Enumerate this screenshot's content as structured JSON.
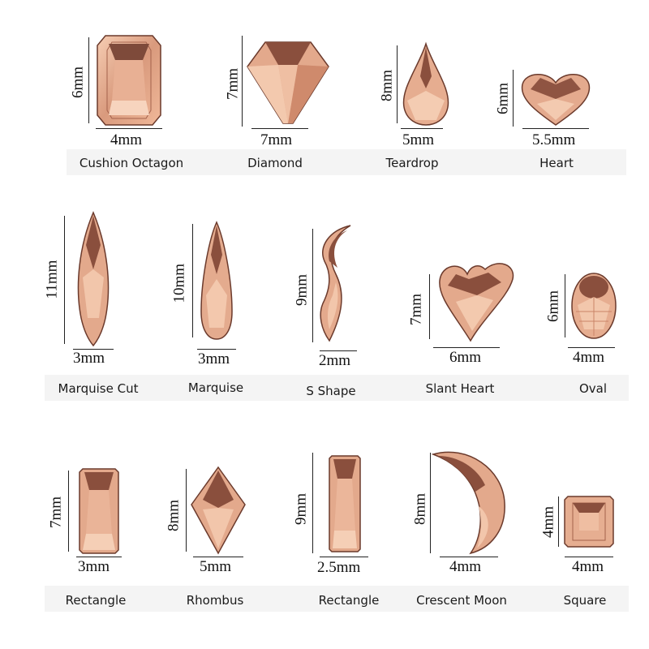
{
  "gems": [
    {
      "name": "Cushion Octagon",
      "height": "6mm",
      "width": "4mm"
    },
    {
      "name": "Diamond",
      "height": "7mm",
      "width": "7mm"
    },
    {
      "name": "Teardrop",
      "height": "8mm",
      "width": "5mm"
    },
    {
      "name": "Heart",
      "height": "6mm",
      "width": "5.5mm"
    },
    {
      "name": "Marquise Cut",
      "height": "11mm",
      "width": "3mm"
    },
    {
      "name": "Marquise",
      "height": "10mm",
      "width": "3mm"
    },
    {
      "name": "S Shape",
      "height": "9mm",
      "width": "2mm"
    },
    {
      "name": "Slant Heart",
      "height": "7mm",
      "width": "6mm"
    },
    {
      "name": "Oval",
      "height": "6mm",
      "width": "4mm"
    },
    {
      "name": "Rectangle",
      "height": "7mm",
      "width": "3mm"
    },
    {
      "name": "Rhombus",
      "height": "8mm",
      "width": "5mm"
    },
    {
      "name": "Rectangle",
      "height": "9mm",
      "width": "2.5mm"
    },
    {
      "name": "Crescent Moon",
      "height": "8mm",
      "width": "4mm"
    },
    {
      "name": "Square",
      "height": "4mm",
      "width": "4mm"
    }
  ],
  "colors": {
    "gem_light": "#f2c3a6",
    "gem_mid": "#d89477",
    "gem_dark": "#7a4636",
    "gem_edge": "#5c3328"
  }
}
